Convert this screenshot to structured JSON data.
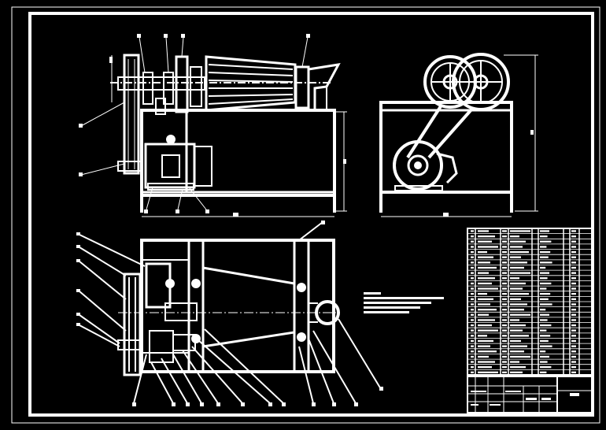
{
  "drawing": {
    "background_color": "#000000",
    "line_color": "#ffffff",
    "views": [
      "front-elevation",
      "side-elevation",
      "plan-view"
    ],
    "parts_list": {
      "rows": 28,
      "column_count": 6
    },
    "title_block": {
      "present": true
    }
  }
}
